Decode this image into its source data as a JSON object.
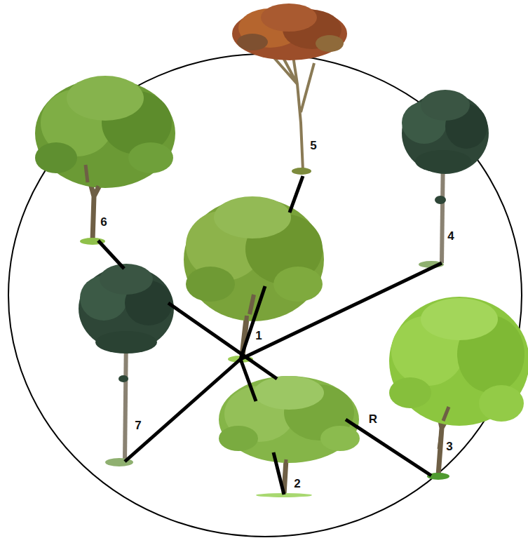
{
  "diagram": {
    "labels": [
      "5",
      "6",
      "4",
      "1",
      "7",
      "R",
      "3",
      "2"
    ]
  }
}
